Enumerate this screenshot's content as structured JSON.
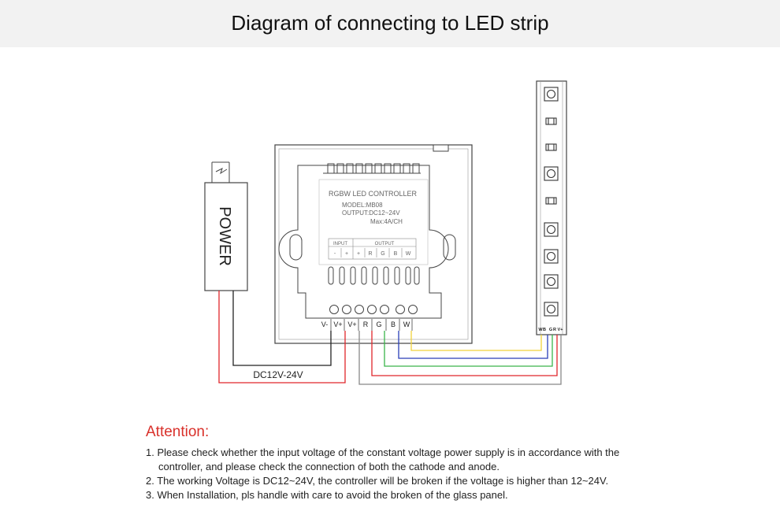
{
  "title": "Diagram of connecting to LED strip",
  "power": {
    "label": "POWER"
  },
  "controller": {
    "name": "RGBW LED CONTROLLER",
    "model": "MODEL:MB08",
    "output": "OUTPUT:DC12~24V",
    "max": "Max:4A/CH",
    "input_label": "INPUT",
    "output_label": "OUTPUT",
    "pins": [
      "-",
      "+",
      "+",
      "R",
      "G",
      "B",
      "W"
    ],
    "terminals": [
      "V-",
      "V+",
      "V+",
      "R",
      "G",
      "B",
      "W"
    ]
  },
  "supply_label": "DC12V-24V",
  "strip": {
    "pins": [
      "W",
      "B",
      "G",
      "R",
      "V+"
    ]
  },
  "colors": {
    "red": "#e0262b",
    "green": "#3ab54a",
    "blue": "#2a3fb8",
    "yellow": "#f2d23a",
    "black": "#222222",
    "gray": "#888888"
  },
  "attention": {
    "heading": "Attention:",
    "items": [
      "1. Please check whether the input voltage of the constant voltage power supply is in accordance with the",
      "controller, and please check the connection of both the cathode and anode.",
      "2. The working Voltage is DC12~24V, the controller will be broken if the voltage is higher than 12~24V.",
      "3. When Installation, pls handle with care to avoid the broken of the glass panel."
    ]
  }
}
